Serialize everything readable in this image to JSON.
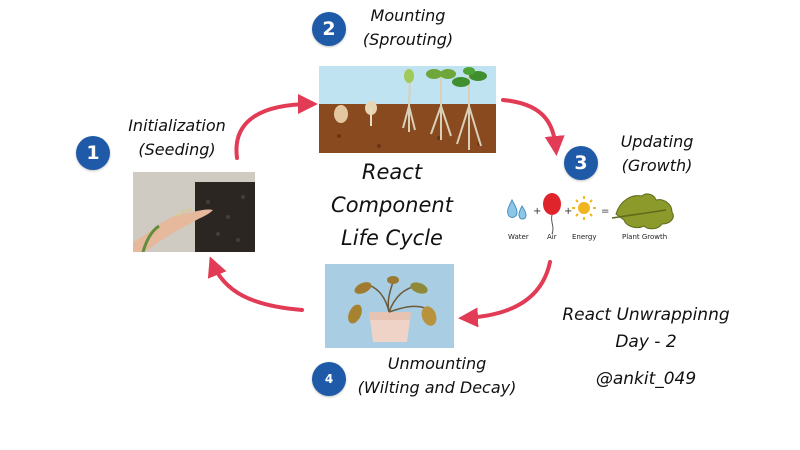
{
  "title": [
    "React",
    "Component",
    "Life Cycle"
  ],
  "stages": [
    {
      "number": "1",
      "name": "Initialization",
      "detail": "(Seeding)"
    },
    {
      "number": "2",
      "name": "Mounting",
      "detail": "(Sprouting)"
    },
    {
      "number": "3",
      "name": "Updating",
      "detail": "(Growth)"
    },
    {
      "number": "4",
      "name": "Unmounting",
      "detail": "(Wilting and Decay)"
    }
  ],
  "growth_equation": {
    "items": [
      "Water",
      "Air",
      "Energy",
      "Plant Growth"
    ],
    "plus": "+",
    "equals": "="
  },
  "credit": {
    "series": "React Unwrappinng",
    "day": "Day - 2",
    "handle": "@ankit_049"
  },
  "colors": {
    "arrow": "#e23b55",
    "badge": "#1f5aa8",
    "soil": "#8a4a1f",
    "sky": "#bfe3f1",
    "pot": "#efd3c6"
  }
}
